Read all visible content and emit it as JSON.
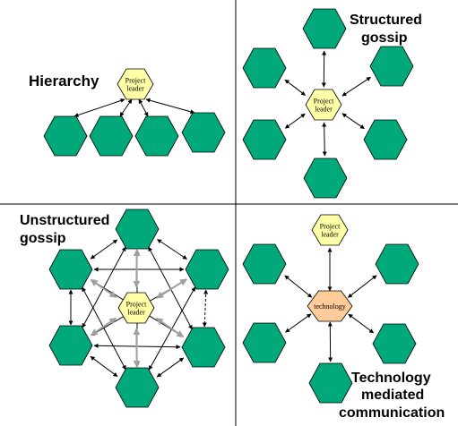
{
  "panels": {
    "hierarchy": {
      "title": "Hierarchy",
      "leader": "Project leader"
    },
    "structured": {
      "title_line1": "Structured",
      "title_line2": "gossip",
      "leader": "Project leader"
    },
    "unstructured": {
      "title_line1": "Unstructured",
      "title_line2": "gossip",
      "leader": "Project leader"
    },
    "technology": {
      "title_line1": "Technology",
      "title_line2": "mediated",
      "title_line3": "communication",
      "leader": "Project leader",
      "hub": "technology"
    }
  },
  "colors": {
    "member": "#00a87a",
    "leader": "#ffffa8",
    "technology": "#ffcc99",
    "divider": "#000000",
    "grey_arrow": "#a0a0a0"
  }
}
